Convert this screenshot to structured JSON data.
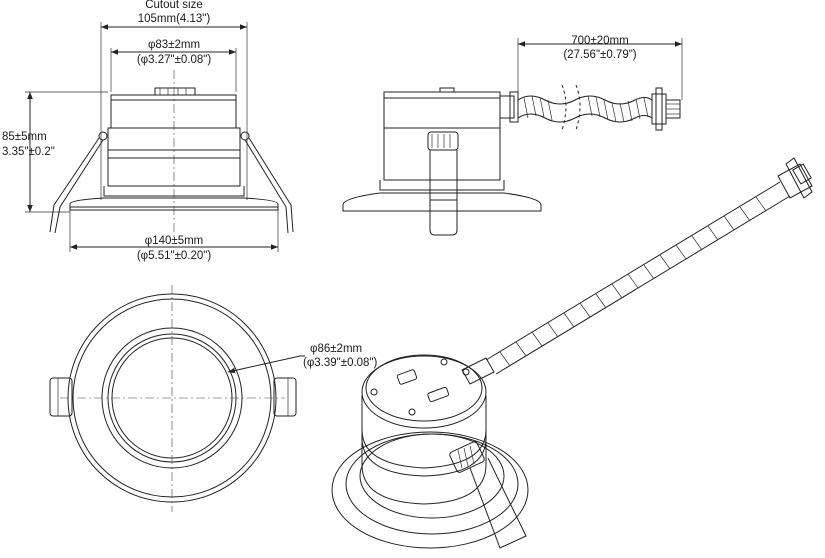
{
  "dimensions": {
    "cutout_title": "Cutout size",
    "cutout_value": "105mm(4.13\")",
    "body_dia_mm": "φ83±2mm",
    "body_dia_in": "(φ3.27\"±0.08\")",
    "height_mm": "85±5mm",
    "height_in": "3.35\"±0.2\"",
    "trim_dia_mm": "φ140±5mm",
    "trim_dia_in": "(φ5.51\"±0.20\")",
    "cable_mm": "700±20mm",
    "cable_in": "(27.56\"±0.79\")",
    "lens_dia_mm": "φ86±2mm",
    "lens_dia_in": "(φ3.39\"±0.08\")"
  },
  "views": [
    "front-elevation",
    "side-elevation",
    "top-view",
    "isometric-view"
  ],
  "colors": {
    "line": "#222222",
    "background": "#ffffff"
  }
}
